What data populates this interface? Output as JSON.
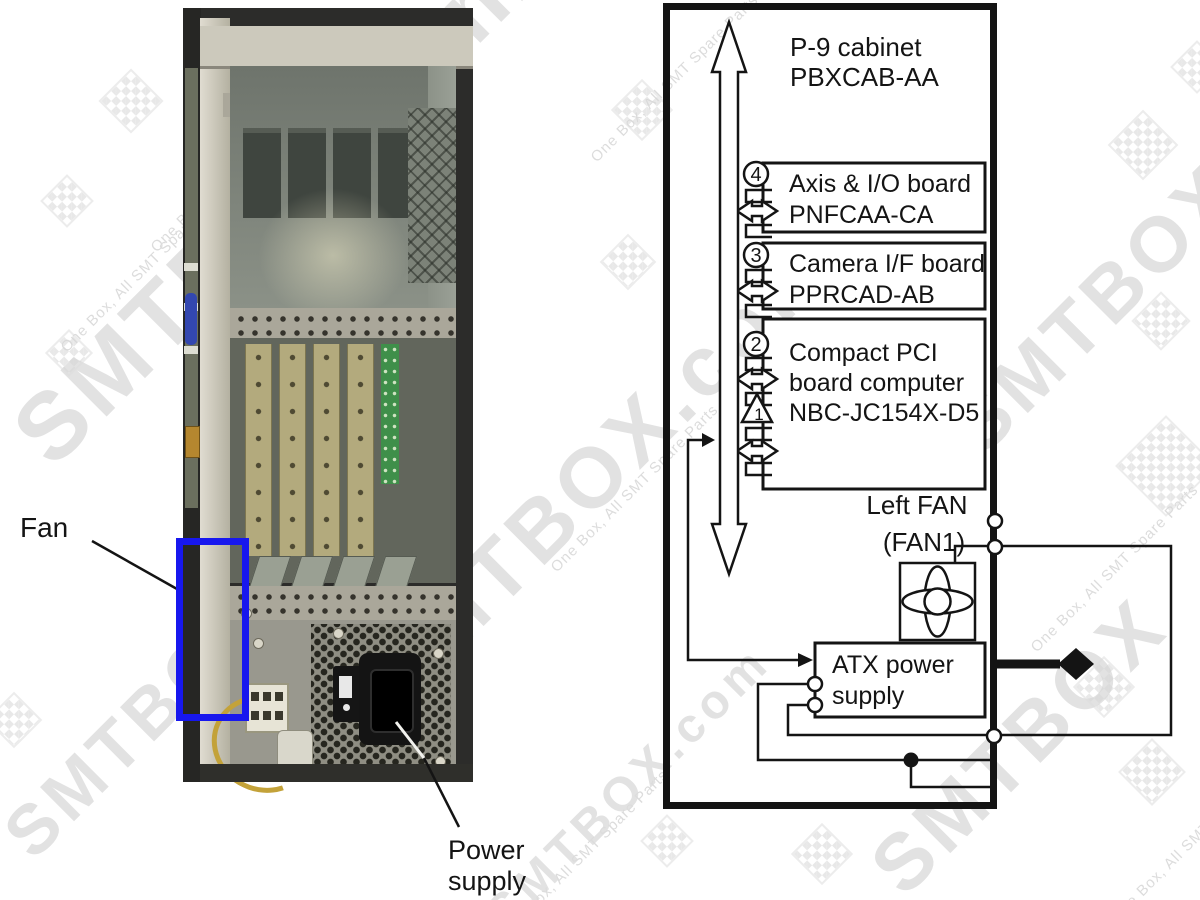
{
  "watermark": {
    "brand": "SMTBOX.com",
    "brand_short": "SMTBOX",
    "tagline": "One Box, All SMT Spare Parts"
  },
  "photo": {
    "fan_label": "Fan",
    "power_supply_label": "Power supply"
  },
  "diagram": {
    "cabinet": {
      "title_line1": "P-9 cabinet",
      "title_line2": "PBXCAB-AA"
    },
    "boards": [
      {
        "connector": "4",
        "line1": "Axis & I/O board",
        "line2": "PNFCAA-CA"
      },
      {
        "connector": "3",
        "line1": "Camera I/F board",
        "line2": "PPRCAD-AB"
      },
      {
        "connector": "2",
        "connector_b": "1",
        "line1": "Compact PCI",
        "line2": "board computer",
        "line3": "NBC-JC154X-D5"
      }
    ],
    "fan": {
      "label_line1": "Left FAN",
      "label_line2": "(FAN1)"
    },
    "atx": {
      "line1": "ATX power",
      "line2": "supply"
    }
  },
  "colors": {
    "highlight_blue": "#1717ee",
    "line_black": "#141414",
    "watermark_grey": "#e2e2e2"
  }
}
